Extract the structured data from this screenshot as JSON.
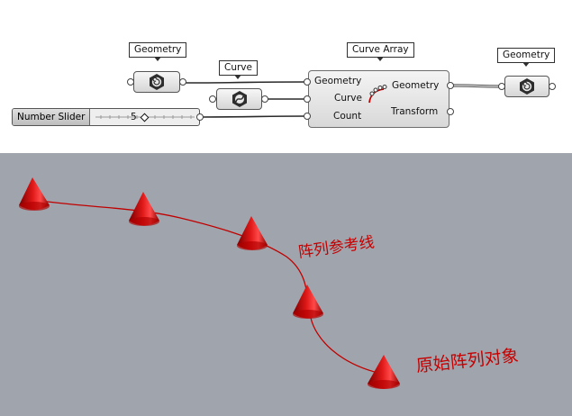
{
  "canvas": {
    "param_geometry_input": {
      "label": "Geometry",
      "icon": "geometry-param-icon"
    },
    "param_curve": {
      "label": "Curve",
      "icon": "curve-param-icon"
    },
    "number_slider": {
      "label": "Number Slider",
      "value": "5"
    },
    "curve_array": {
      "title": "Curve Array",
      "inputs": [
        "Geometry",
        "Curve",
        "Count"
      ],
      "outputs": [
        "Geometry",
        "Transform"
      ],
      "icon": "curve-array-icon"
    },
    "param_geometry_output": {
      "label": "Geometry",
      "icon": "geometry-param-icon"
    }
  },
  "viewport": {
    "background": "#a0a5ad",
    "curve_color": "#c00000",
    "cone_color": "#d41414",
    "annotation_path": "阵列参考线",
    "annotation_source": "原始阵列对象",
    "cone_count": 5
  }
}
